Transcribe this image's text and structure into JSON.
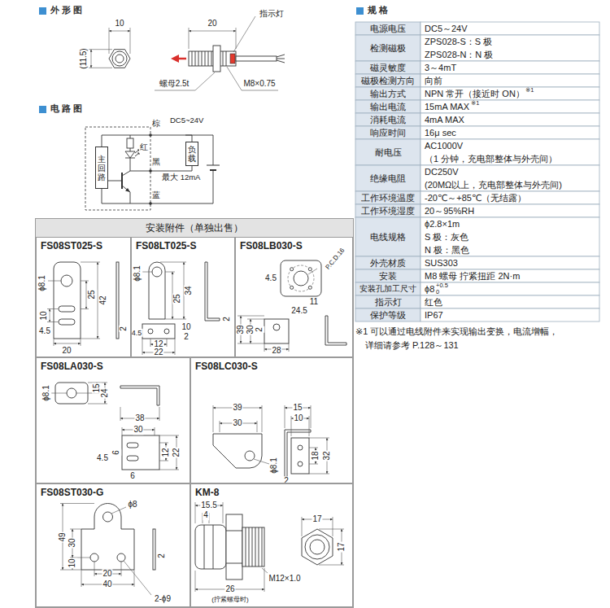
{
  "diagram": {
    "nodes": [
      {
        "text": [
          "主回路"
        ]
      },
      {
        "text": [
          "负载"
        ]
      },
      {
        "text": [
          "安装附件（单独出售）"
        ]
      },
      {
        "text": [
          "FS08ST025-S"
        ],
        "in": 2
      },
      {
        "text": [
          "FS08LT025-S"
        ],
        "in": 2
      },
      {
        "text": [
          "FS08LB030-S"
        ],
        "in": 2
      },
      {
        "text": [
          "FS08LA030-S"
        ],
        "in": 2
      },
      {
        "text": [
          "FS08LC030-S"
        ],
        "in": 2
      },
      {
        "text": [
          "FS08ST030-G"
        ],
        "in": 2
      },
      {
        "text": [
          "KM-8"
        ],
        "in": 2
      }
    ],
    "edges": [
      {
        "from": 0,
        "to": 1,
        "arrow": "none"
      }
    ],
    "labels": [
      "外 形 图",
      "电 路 图",
      "规 格",
      "10",
      "(11.5)",
      "20",
      "指示灯",
      "螺母2.5t",
      "M8×0.75",
      "棕",
      "DC5~24V",
      "红",
      "黑",
      "最大 12mA",
      "蓝",
      "电源电压",
      "DC5～24V",
      "检测磁极",
      "ZPS028-S：S 极",
      "ZPS028-N：N 极",
      "磁灵敏度",
      "3～4mT",
      "磁极检测方向",
      "向前",
      "输出方式",
      "NPN 常开（接近时 ON）",
      "※1",
      "输出电流",
      "15mA MAX",
      "※1",
      "消耗电流",
      "4mA MAX",
      "响应时间",
      "16μ sec",
      "耐电压",
      "AC1000V",
      "（1 分钟，充电部整体与外壳间）",
      "绝缘电阻",
      "DC250V",
      "(20MΩ以上，充电部整体与外壳间)",
      "工作环境温度",
      "-20℃～+85℃（无结露）",
      "工作环境湿度",
      "20～95%RH",
      "电线规格",
      "ϕ2.8×1m",
      "S 极：灰色",
      "N 极：黑色",
      "外壳材质",
      "SUS303",
      "安装",
      "M8 螺母 拧紧扭距 2N·m",
      "安装孔加工尺寸",
      "ϕ8",
      "+0.5",
      "0",
      "指示灯",
      "红色",
      "保护等级",
      "IP67",
      "※1 可以通过电线附件来实现输出变换，电流增幅，",
      "详细请参考 P.128～131",
      "ϕ8.1",
      "25",
      "42",
      "10",
      "4.5",
      "20",
      "2",
      "ϕ8.1",
      "25",
      "34",
      "2",
      "4.5",
      "10",
      "2",
      "12",
      "22",
      "P.C.D.16",
      "4.5",
      "11",
      "24.5",
      "39",
      "30",
      "2",
      "28",
      "ϕ8.1",
      "15",
      "24",
      "38",
      "30",
      "6",
      "4.5",
      "6",
      "12",
      "22",
      "39",
      "30",
      "ϕ8.1",
      "15",
      "10",
      "18",
      "32",
      "2",
      "ϕ8",
      "49",
      "30",
      "10",
      "20",
      "40",
      "2",
      "2-ϕ9",
      "15.5",
      "4",
      "M12×1.0",
      "26",
      "(拧紧螺母时)",
      "17",
      "17"
    ]
  }
}
